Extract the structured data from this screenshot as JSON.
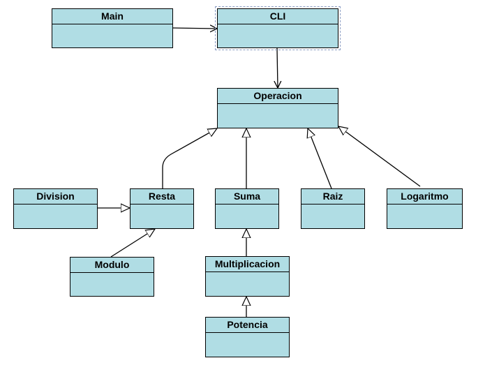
{
  "colors": {
    "class_fill": "#b0dde4",
    "stroke": "#000000",
    "selection": "#8a9cc4"
  },
  "classes": {
    "main": {
      "name": "Main"
    },
    "cli": {
      "name": "CLI",
      "selected": true
    },
    "operacion": {
      "name": "Operacion"
    },
    "division": {
      "name": "Division"
    },
    "resta": {
      "name": "Resta"
    },
    "suma": {
      "name": "Suma"
    },
    "raiz": {
      "name": "Raiz"
    },
    "logaritmo": {
      "name": "Logaritmo"
    },
    "modulo": {
      "name": "Modulo"
    },
    "multiplicacion": {
      "name": "Multiplicacion"
    },
    "potencia": {
      "name": "Potencia"
    }
  },
  "relations": [
    {
      "from": "main",
      "to": "cli",
      "kind": "association"
    },
    {
      "from": "cli",
      "to": "operacion",
      "kind": "association"
    },
    {
      "from": "resta",
      "to": "operacion",
      "kind": "generalization"
    },
    {
      "from": "suma",
      "to": "operacion",
      "kind": "generalization"
    },
    {
      "from": "raiz",
      "to": "operacion",
      "kind": "generalization"
    },
    {
      "from": "logaritmo",
      "to": "operacion",
      "kind": "generalization"
    },
    {
      "from": "division",
      "to": "resta",
      "kind": "generalization"
    },
    {
      "from": "modulo",
      "to": "resta",
      "kind": "generalization"
    },
    {
      "from": "multiplicacion",
      "to": "suma",
      "kind": "generalization"
    },
    {
      "from": "potencia",
      "to": "multiplicacion",
      "kind": "generalization"
    }
  ]
}
